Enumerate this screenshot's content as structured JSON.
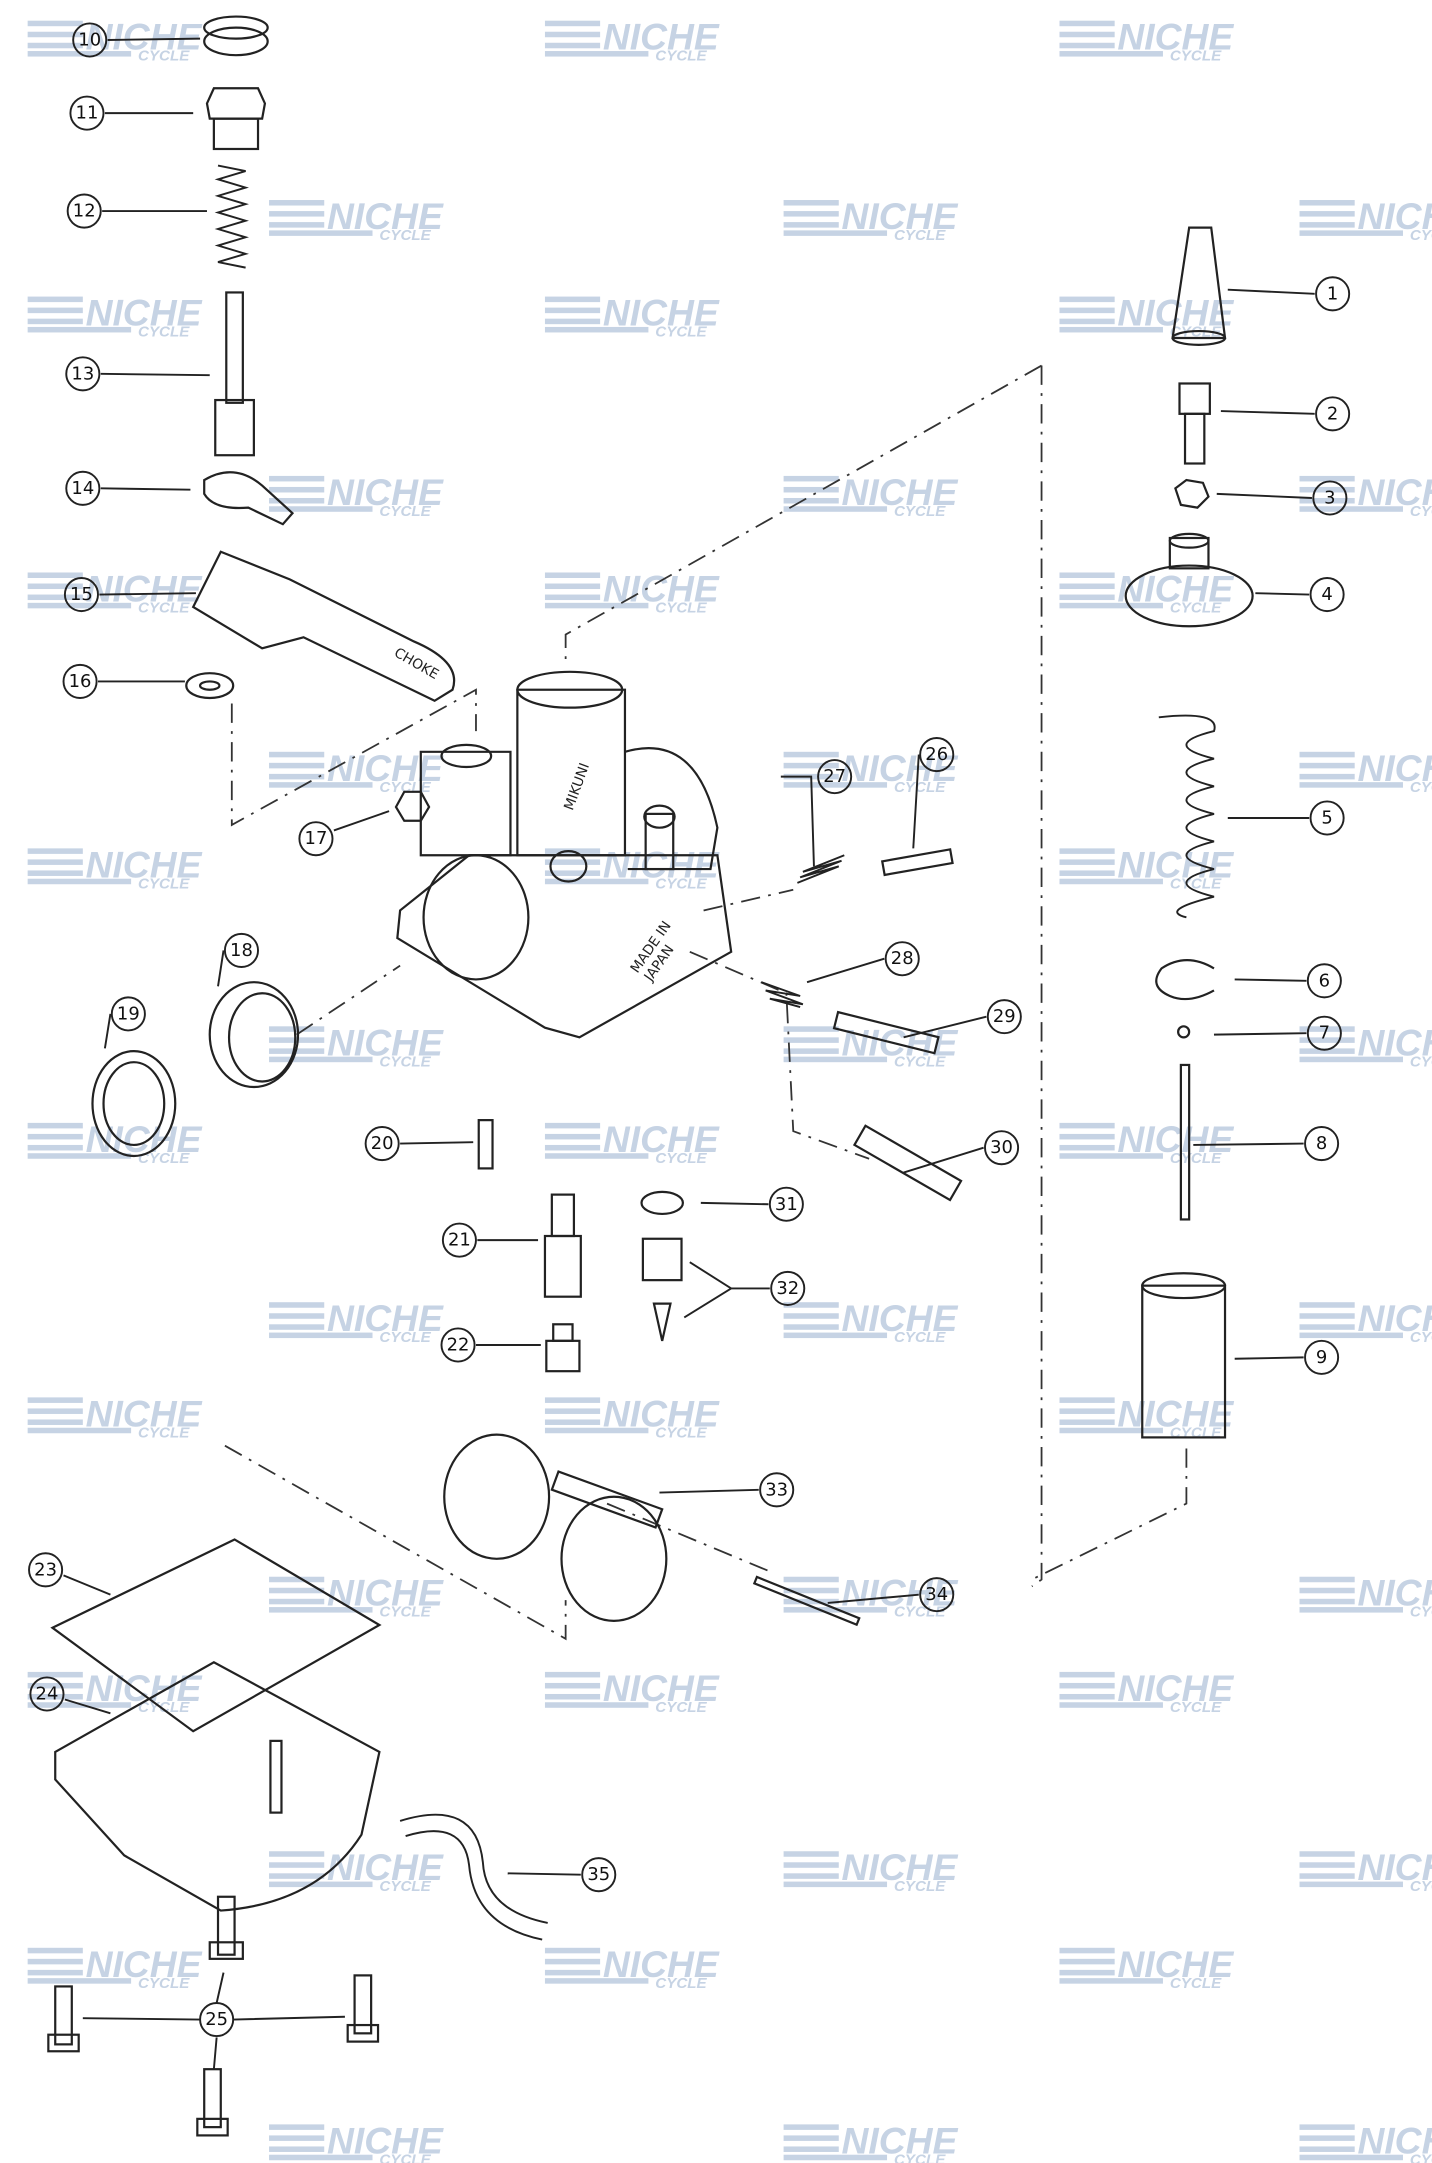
{
  "watermark": {
    "brand": "NICHE",
    "sub": "CYCLE",
    "color": "#c6d3e4"
  },
  "stamps": {
    "choke": "CHOKE",
    "made_in": "MADE IN",
    "japan": "JAPAN",
    "maker": "MIKUNI"
  },
  "callouts": [
    "1",
    "2",
    "3",
    "4",
    "5",
    "6",
    "7",
    "8",
    "9",
    "10",
    "11",
    "12",
    "13",
    "14",
    "15",
    "16",
    "17",
    "18",
    "19",
    "20",
    "21",
    "22",
    "23",
    "24",
    "25",
    "26",
    "27",
    "28",
    "29",
    "30",
    "31",
    "32",
    "33",
    "34",
    "35"
  ]
}
